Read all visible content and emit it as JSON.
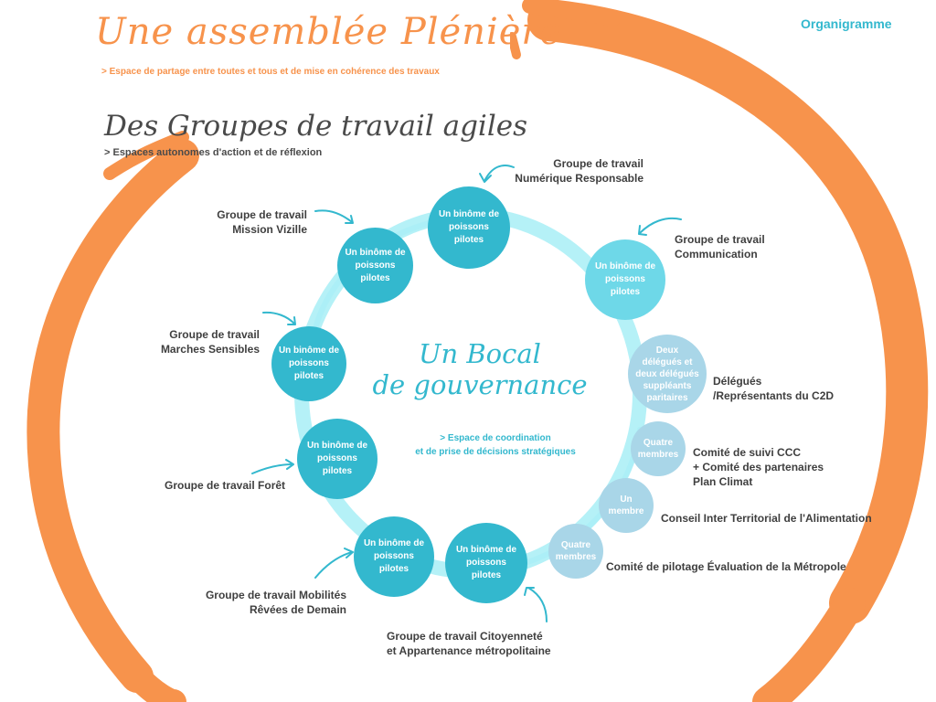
{
  "header": {
    "title": "Une assemblée  Plénière",
    "subtitle": "> Espace de partage entre toutes et tous et de mise en cohérence des travaux",
    "badge": "Organigramme"
  },
  "groups_section": {
    "title": "Des Groupes de travail agiles",
    "subtitle": "> Espaces autonomes d'action et de réflexion"
  },
  "bocal": {
    "title_line1": "Un Bocal",
    "title_line2": "de gouvernance",
    "subtitle_line1": "> Espace de coordination",
    "subtitle_line2": "et de prise de décisions stratégiques"
  },
  "circles": [
    {
      "lines": [
        "Un binôme de",
        "poissons",
        "pilotes"
      ]
    },
    {
      "lines": [
        "Un binôme de",
        "poissons",
        "pilotes"
      ]
    },
    {
      "lines": [
        "Un binôme de",
        "poissons",
        "pilotes"
      ]
    },
    {
      "lines": [
        "Un binôme de",
        "poissons",
        "pilotes"
      ]
    },
    {
      "lines": [
        "Un binôme de",
        "poissons",
        "pilotes"
      ]
    },
    {
      "lines": [
        "Un binôme de",
        "poissons",
        "pilotes"
      ]
    },
    {
      "lines": [
        "Un binôme de",
        "poissons",
        "pilotes"
      ]
    },
    {
      "lines": [
        "Deux",
        "délégués et",
        "deux  délégués",
        "suppléants",
        "paritaires"
      ]
    },
    {
      "lines": [
        "Quatre",
        "membres"
      ]
    },
    {
      "lines": [
        "Un",
        "membre"
      ]
    },
    {
      "lines": [
        "Quatre",
        "membres"
      ]
    }
  ],
  "labels": [
    {
      "lines": [
        "Groupe de travail",
        "Numérique Responsable"
      ]
    },
    {
      "lines": [
        "Groupe de travail",
        "Mission Vizille"
      ]
    },
    {
      "lines": [
        "Groupe de travail",
        "Communication"
      ]
    },
    {
      "lines": [
        "Groupe de travail",
        "Marches Sensibles"
      ]
    },
    {
      "lines": [
        "Délégués",
        "/Représentants du C2D"
      ]
    },
    {
      "lines": [
        "Comité de suivi CCC",
        "+  Comité  des  partenaires",
        "Plan Climat"
      ]
    },
    {
      "lines": [
        "Groupe de travail Forêt"
      ]
    },
    {
      "lines": [
        "Conseil Inter Territorial de l'Alimentation"
      ]
    },
    {
      "lines": [
        "Comité de pilotage Évaluation de la Métropole"
      ]
    },
    {
      "lines": [
        "Groupe de travail Mobilités",
        "Rêvées de Demain"
      ]
    },
    {
      "lines": [
        "Groupe de travail Citoyenneté",
        "et Appartenance  métropolitaine"
      ]
    }
  ],
  "colors": {
    "orange": "#f7934c",
    "teal": "#33b8ce",
    "light_teal": "#6ed8e8",
    "soft_blue": "#a9d6e8",
    "ring": "#a8eef6",
    "text": "#3f3f3f"
  }
}
